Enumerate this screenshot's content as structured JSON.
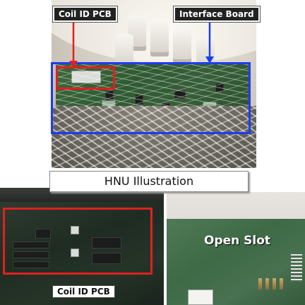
{
  "top_photo": {
    "labels": {
      "coil_id_pcb": "Coil ID PCB",
      "interface_board": "Interface Board"
    },
    "highlight_colors": {
      "coil_id_box": "#e02020",
      "interface_box": "#1e3cf0"
    }
  },
  "banner": {
    "title": "HNU Illustration"
  },
  "bottom_left_photo": {
    "label": "Coil ID PCB",
    "highlight_color": "#e02020"
  },
  "bottom_right_photo": {
    "label": "Open Slot"
  }
}
